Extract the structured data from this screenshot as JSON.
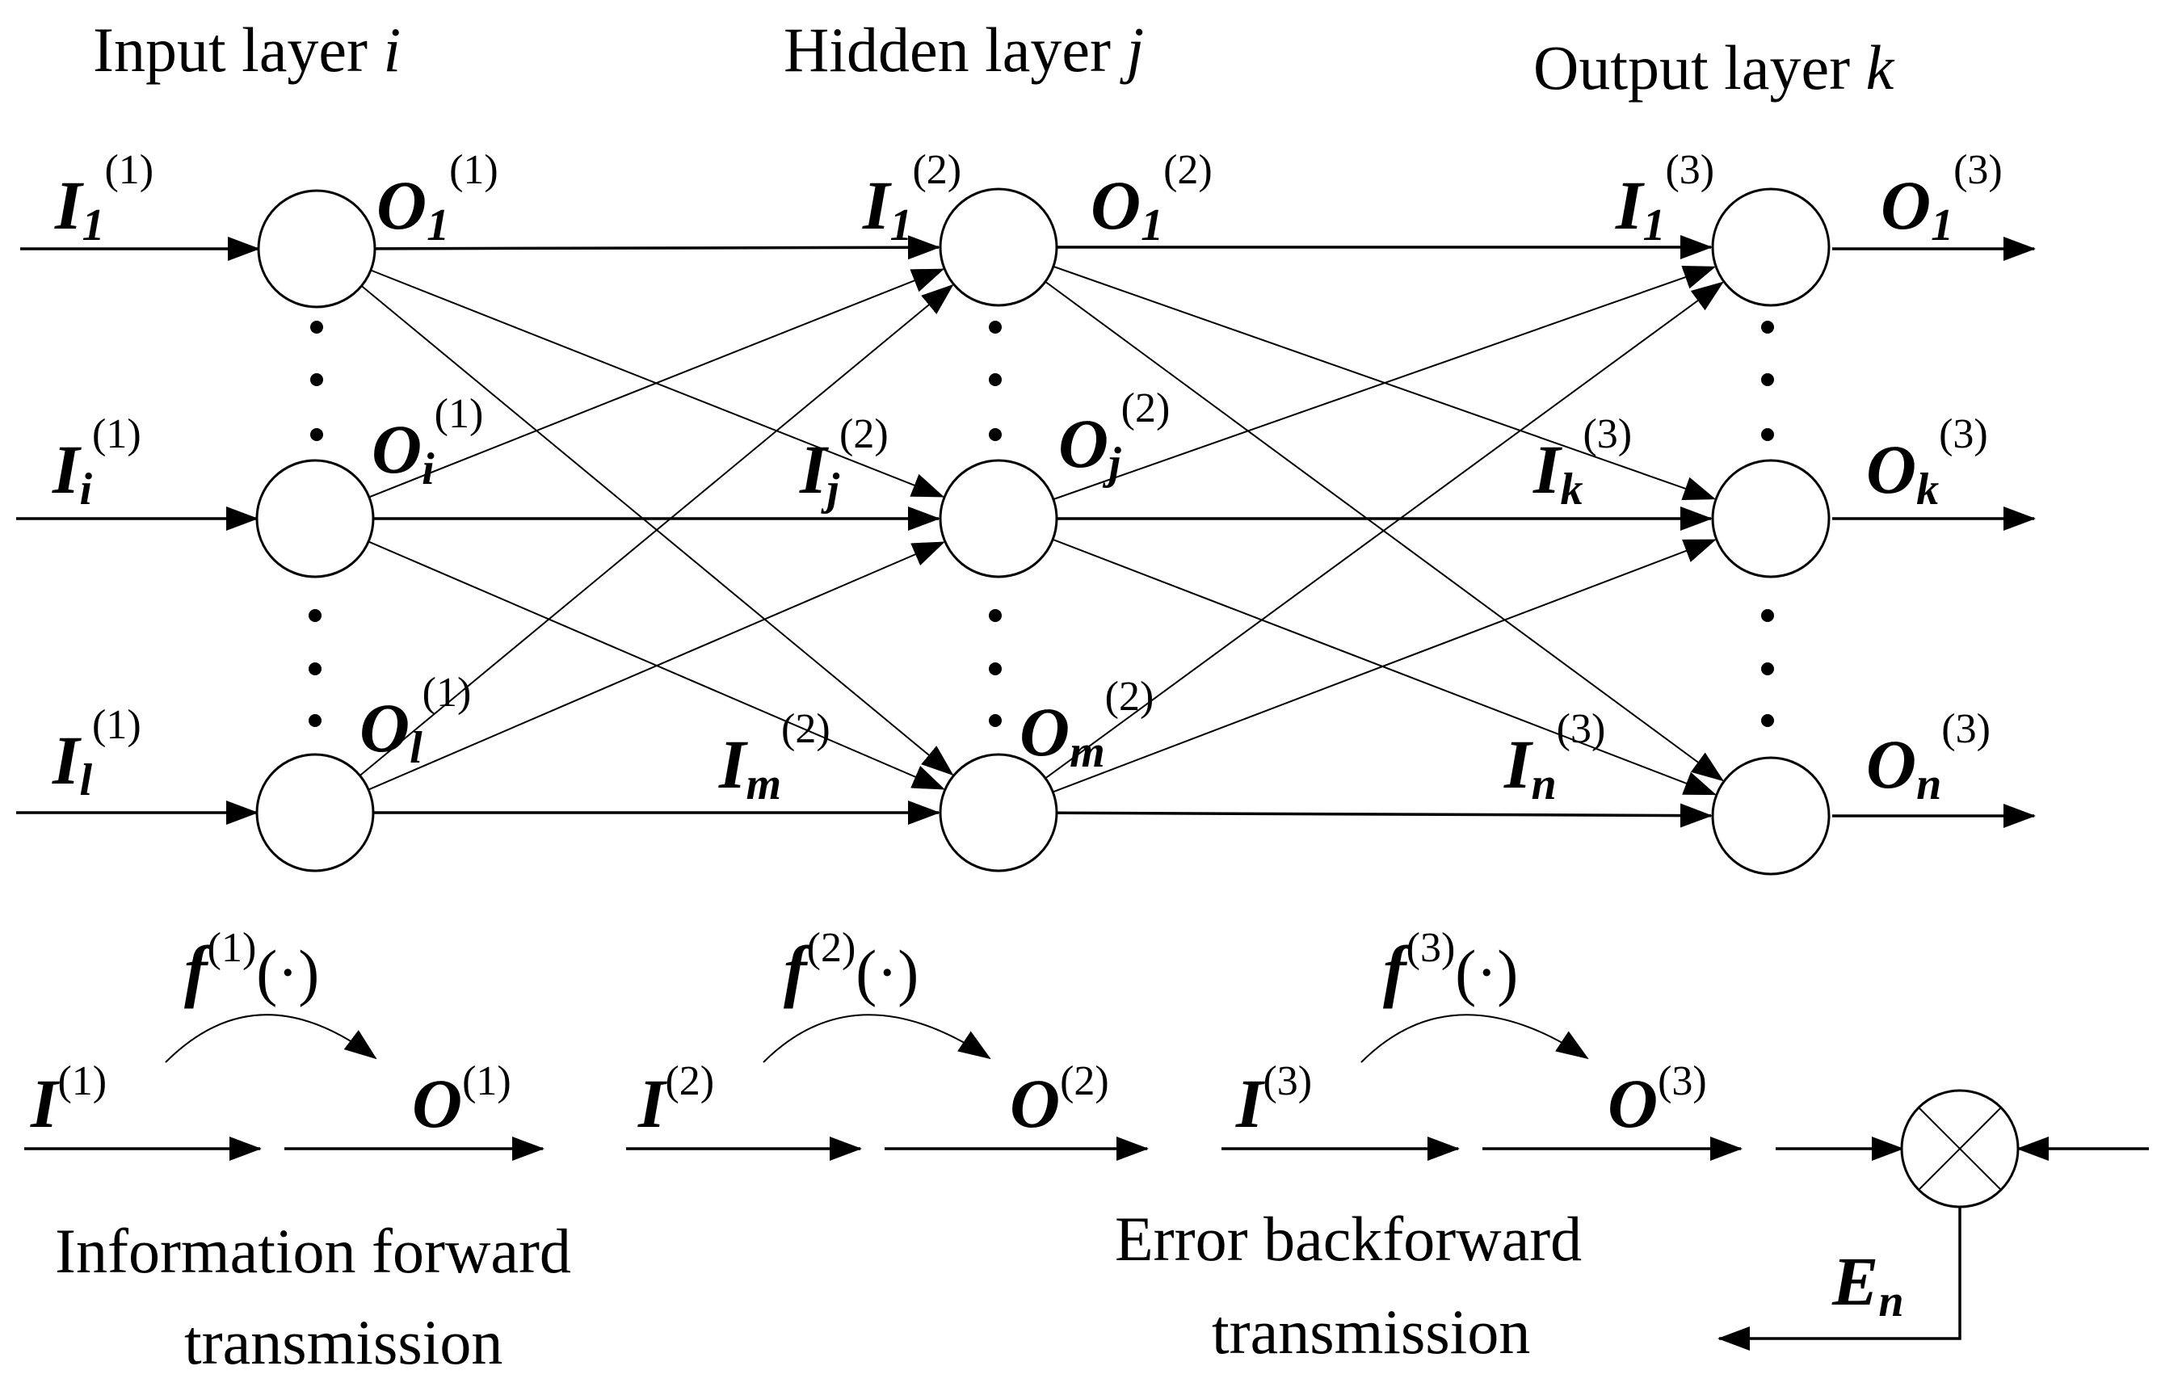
{
  "headers": {
    "input": "Input layer ",
    "input_var": "i",
    "hidden": "Hidden layer ",
    "hidden_var": "j",
    "output": "Output layer ",
    "output_var": "k"
  },
  "labels": {
    "in_I1": {
      "base": "I",
      "sub": "1",
      "sup": "(1)"
    },
    "in_Ii": {
      "base": "I",
      "sub": "i",
      "sup": "(1)"
    },
    "in_Il": {
      "base": "I",
      "sub": "l",
      "sup": "(1)"
    },
    "in_O1": {
      "base": "O",
      "sub": "1",
      "sup": "(1)"
    },
    "in_Oi": {
      "base": "O",
      "sub": "i",
      "sup": "(1)"
    },
    "in_Ol": {
      "base": "O",
      "sub": "l",
      "sup": "(1)"
    },
    "hid_I1": {
      "base": "I",
      "sub": "1",
      "sup": "(2)"
    },
    "hid_Ij": {
      "base": "I",
      "sub": "j",
      "sup": "(2)"
    },
    "hid_Im": {
      "base": "I",
      "sub": "m",
      "sup": "(2)"
    },
    "hid_O1": {
      "base": "O",
      "sub": "1",
      "sup": "(2)"
    },
    "hid_Oj": {
      "base": "O",
      "sub": "j",
      "sup": "(2)"
    },
    "hid_Om": {
      "base": "O",
      "sub": "m",
      "sup": "(2)"
    },
    "out_I1": {
      "base": "I",
      "sub": "1",
      "sup": "(3)"
    },
    "out_Ik": {
      "base": "I",
      "sub": "k",
      "sup": "(3)"
    },
    "out_In": {
      "base": "I",
      "sub": "n",
      "sup": "(3)"
    },
    "out_O1": {
      "base": "O",
      "sub": "1",
      "sup": "(3)"
    },
    "out_Ok": {
      "base": "O",
      "sub": "k",
      "sup": "(3)"
    },
    "out_On": {
      "base": "O",
      "sub": "n",
      "sup": "(3)"
    }
  },
  "functions": [
    {
      "f": "f",
      "sup": "(1)",
      "arg": "(·)",
      "in": "I",
      "in_sup": "(1)",
      "out": "O",
      "out_sup": "(1)"
    },
    {
      "f": "f",
      "sup": "(2)",
      "arg": "(·)",
      "in": "I",
      "in_sup": "(2)",
      "out": "O",
      "out_sup": "(2)"
    },
    {
      "f": "f",
      "sup": "(3)",
      "arg": "(·)",
      "in": "I",
      "in_sup": "(3)",
      "out": "O",
      "out_sup": "(3)"
    }
  ],
  "captions": {
    "forward_1": "Information forward",
    "forward_2": "transmission",
    "backward_1": "Error backforward",
    "backward_2": "transmission"
  },
  "error": {
    "base": "E",
    "sub": "n"
  }
}
